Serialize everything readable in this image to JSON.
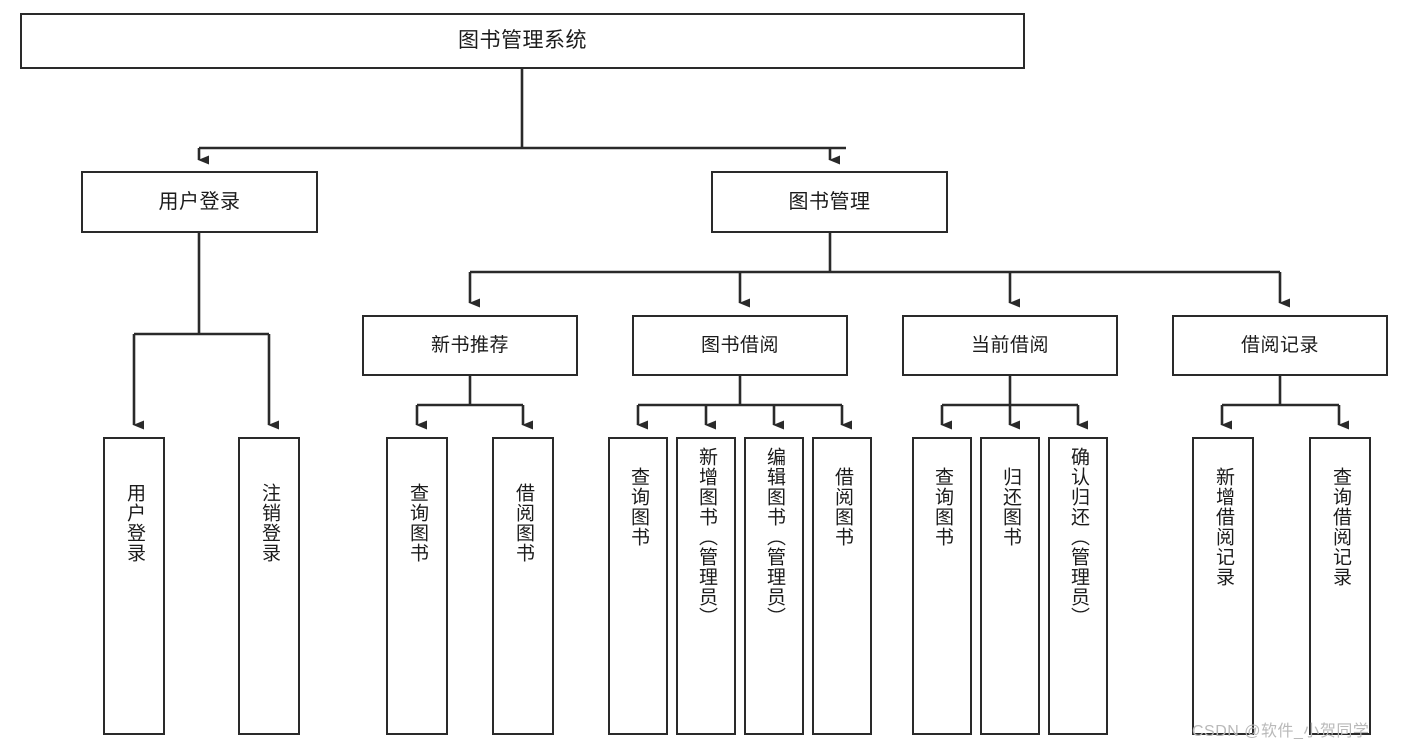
{
  "diagram": {
    "title_text": "图书管理系统",
    "type": "tree-hierarchy-chart",
    "line_color": "#2a2a2a",
    "box_fill": "#ffffff",
    "text_color": "#1b1b1b",
    "root": {
      "label": "图书管理系统"
    },
    "level2": [
      {
        "label": "用户登录"
      },
      {
        "label": "图书管理"
      }
    ],
    "level3": [
      {
        "label": "新书推荐"
      },
      {
        "label": "图书借阅"
      },
      {
        "label": "当前借阅"
      },
      {
        "label": "借阅记录"
      }
    ],
    "leaves": {
      "user_login": [
        {
          "label": "用户登录"
        },
        {
          "label": "注销登录"
        }
      ],
      "new_book_recommend": [
        {
          "label": "查询图书"
        },
        {
          "label": "借阅图书"
        }
      ],
      "book_borrow": [
        {
          "label": "查询图书"
        },
        {
          "label": "新增图书（管理员）"
        },
        {
          "label": "编辑图书（管理员）"
        },
        {
          "label": "借阅图书"
        }
      ],
      "current_borrow": [
        {
          "label": "查询图书"
        },
        {
          "label": "归还图书"
        },
        {
          "label": "确认归还（管理员）"
        }
      ],
      "borrow_record": [
        {
          "label": "新增借阅记录"
        },
        {
          "label": "查询借阅记录"
        }
      ]
    }
  },
  "watermark": {
    "text": "CSDN @软件_小贺同学"
  }
}
